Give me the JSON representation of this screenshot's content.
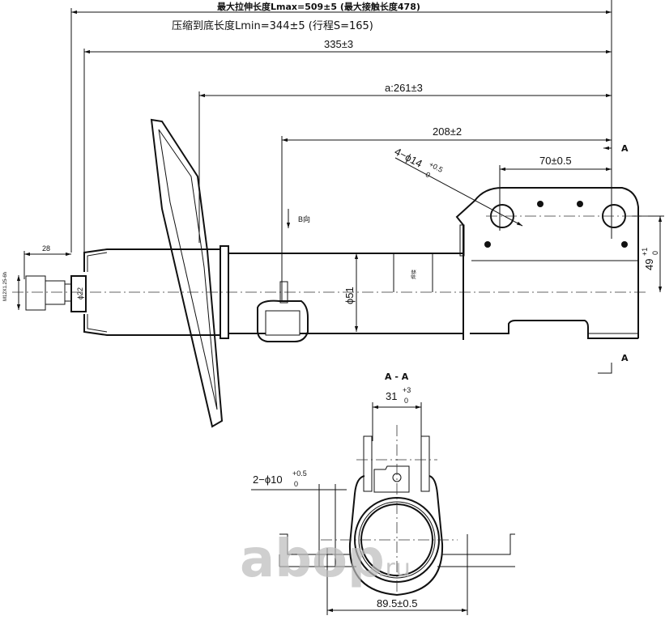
{
  "header": {
    "max_length": "最大拉伸长度Lmax=509±5 (最大接触长度478)",
    "min_length": "压缩到底长度Lmin=344±5 (行程S=165)"
  },
  "dimensions": {
    "d335": "335±3",
    "d261": "a:261±3",
    "d208": "208±2",
    "d70": "70±0.5",
    "holes4": "4−ϕ14",
    "holes4_tol_upper": "+0.5",
    "holes4_tol_lower": "0",
    "d49": "49",
    "d49_tol_upper": "+1",
    "d49_tol_lower": "0",
    "d28": "28",
    "thread": "M12X1.25-6h",
    "dia22": "ϕ22",
    "dia51": "ϕ51",
    "view_b": "B向",
    "tube_mark": "焊接"
  },
  "section_marks": {
    "a_top": "A",
    "a_bottom": "A"
  },
  "section_view": {
    "title": "A - A",
    "d31": "31",
    "d31_tol_upper": "+3",
    "d31_tol_lower": "0",
    "holes2": "2−ϕ10",
    "holes2_tol_upper": "+0.5",
    "holes2_tol_lower": "0",
    "d89": "89.5±0.5"
  },
  "watermark": {
    "main": "abop",
    "suffix": ".ru"
  }
}
